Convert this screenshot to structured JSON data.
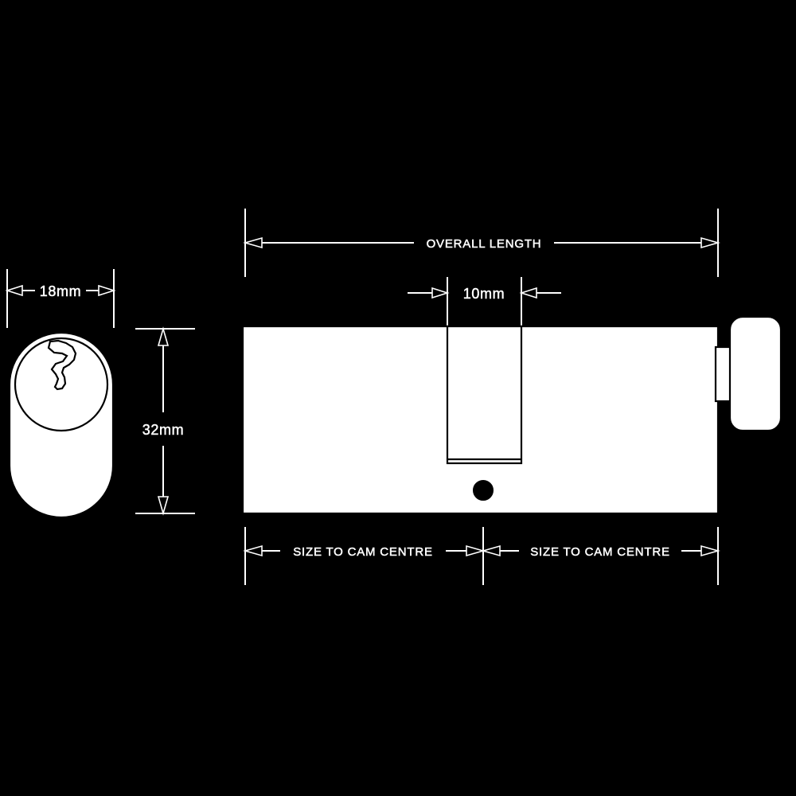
{
  "drawing": {
    "title": "Euro profile single cylinder and turn - dimensioned technical drawing",
    "background_color": "#000000",
    "line_color": "#ffffff",
    "part_fill_color": "#ffffff",
    "part_edge_color": "#000000"
  },
  "dimensions": {
    "overall_length": {
      "label": "OVERALL LENGTH",
      "orientation": "horizontal",
      "position": "top"
    },
    "cam_width": {
      "label": "10mm",
      "orientation": "horizontal",
      "position": "top-centre"
    },
    "body_width": {
      "label": "18mm",
      "orientation": "horizontal",
      "position": "left-end-view-top"
    },
    "body_height": {
      "label": "32mm",
      "orientation": "vertical",
      "position": "left-of-body"
    },
    "size_to_cam_centre_left": {
      "label": "SIZE TO CAM CENTRE",
      "orientation": "horizontal",
      "position": "bottom-left"
    },
    "size_to_cam_centre_right": {
      "label": "SIZE TO CAM CENTRE",
      "orientation": "horizontal",
      "position": "bottom-right"
    }
  },
  "components": {
    "end_view": "key-end-face-view",
    "keyway": "keyway-profile",
    "body": "cylinder-body",
    "cam": "cam-lug",
    "fixing_hole": "fixing-screw-hole",
    "neck": "thumbturn-neck",
    "knob": "thumbturn-knob"
  }
}
